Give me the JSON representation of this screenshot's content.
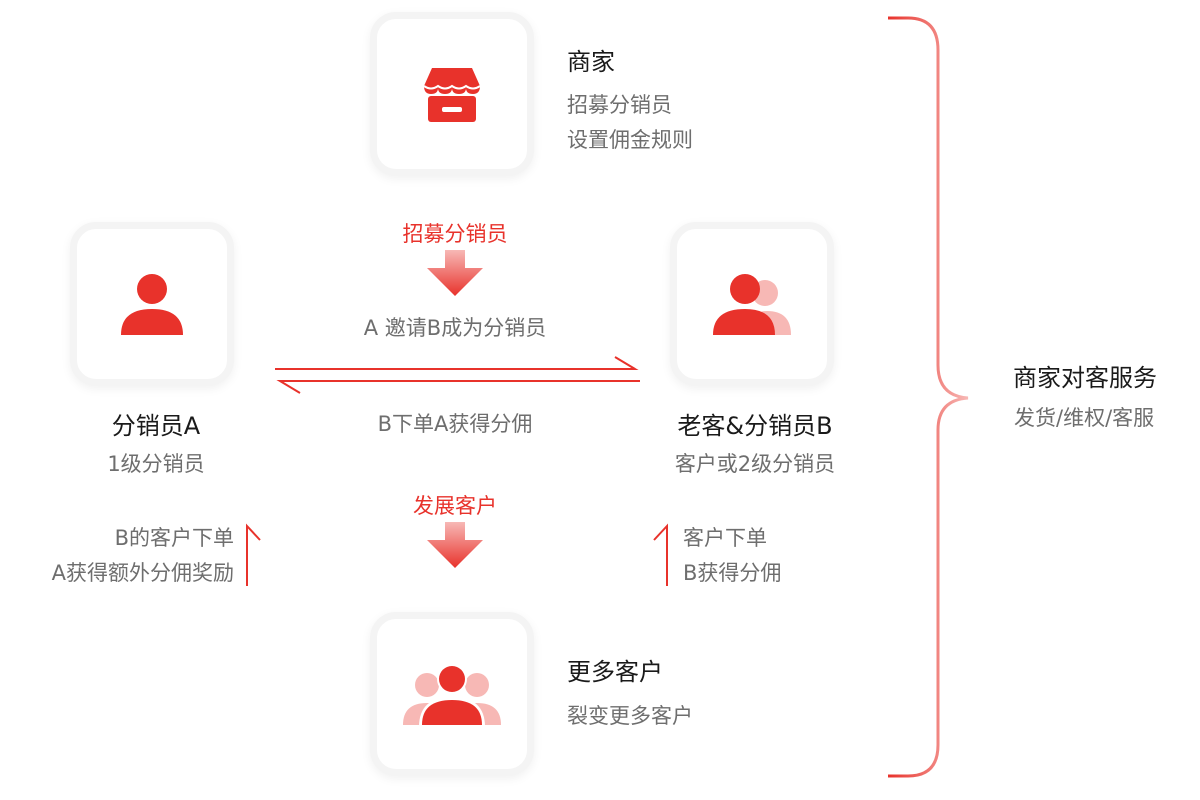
{
  "merchant": {
    "title": "商家",
    "lines": [
      "招募分销员",
      "设置佣金规则"
    ]
  },
  "recruit_label": "招募分销员",
  "invite_text": "A 邀请B成为分销员",
  "order_commission_text": "B下单A获得分佣",
  "distributor_a": {
    "title": "分销员A",
    "subtitle": "1级分销员"
  },
  "customer_b": {
    "title": "老客&分销员B",
    "subtitle": "客户或2级分销员"
  },
  "develop_label": "发展客户",
  "left_note": [
    "B的客户下单",
    "A获得额外分佣奖励"
  ],
  "right_note": [
    "客户下单",
    "B获得分佣"
  ],
  "more_customers": {
    "title": "更多客户",
    "subtitle": "裂变更多客户"
  },
  "service": {
    "title": "商家对客服务",
    "subtitle": "发货/维权/客服"
  },
  "colors": {
    "accent": "#e8322b",
    "accent_light": "#f7b8b5",
    "text_gray": "#6e6e6e"
  }
}
